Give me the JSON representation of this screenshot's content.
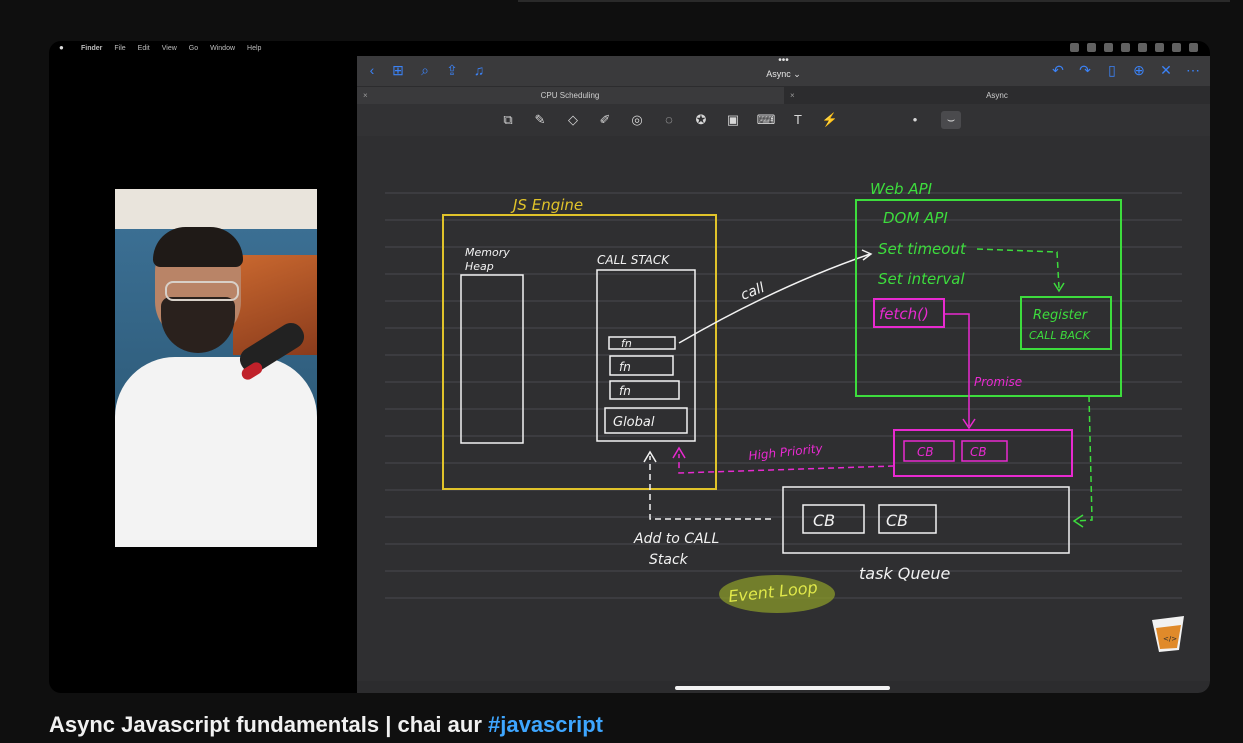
{
  "mac_menubar": {
    "items": [
      "Finder",
      "File",
      "Edit",
      "View",
      "Go",
      "Window",
      "Help"
    ]
  },
  "notes_app": {
    "document_title": "Async",
    "tabs": [
      {
        "label": "CPU Scheduling"
      },
      {
        "label": "Async"
      }
    ],
    "nav_icons": [
      "back-icon",
      "grid-icon",
      "search-icon",
      "share-icon",
      "mic-icon",
      "undo-icon",
      "redo-icon",
      "bookmark-icon",
      "add-page-icon",
      "close-icon",
      "more-icon"
    ],
    "tool_icons": [
      "image-scan-icon",
      "pen-icon",
      "eraser-icon",
      "highlighter-icon",
      "shapes-icon",
      "lasso-icon",
      "star-icon",
      "image-icon",
      "keyboard-icon",
      "text-icon",
      "laser-icon",
      "dot-icon",
      "line-style-icon"
    ]
  },
  "diagram": {
    "js_engine_label": "JS Engine",
    "memory_heap_label": "Memory Heap",
    "call_stack_label": "CALL STACK",
    "stack_frames": [
      "fn",
      "fn",
      "fn",
      "Global"
    ],
    "call_label": "call",
    "web_api_label": "Web API",
    "web_api_items": [
      "DOM API",
      "Set timeout",
      "Set interval"
    ],
    "fetch_label": "fetch()",
    "register_callback": [
      "Register",
      "CALL BACK"
    ],
    "promise_label": "Promise",
    "high_priority_label": "High Priority",
    "microtask_items": [
      "CB",
      "CB"
    ],
    "task_queue_items": [
      "CB",
      "CB"
    ],
    "task_queue_label": "task Queue",
    "add_to_call_stack": [
      "Add to CALL",
      "Stack"
    ],
    "event_loop_label": "Event Loop"
  },
  "video": {
    "title_text": "Async Javascript fundamentals | chai aur ",
    "hashtag": "#javascript"
  }
}
